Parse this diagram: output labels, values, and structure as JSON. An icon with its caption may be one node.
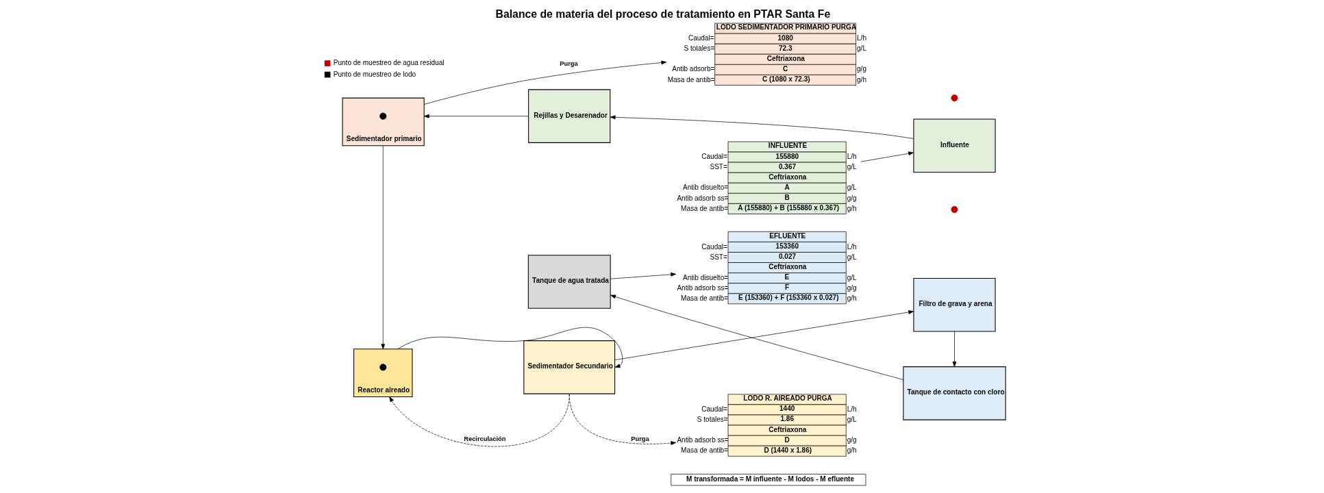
{
  "diagram": {
    "title": "Balance de materia del proceso de tratamiento en PTAR Santa Fe",
    "nodes": [
      {
        "text": [
          "INFLUENTE",
          "155880",
          "0.367",
          "Ceftriaxona",
          "A",
          "B",
          "A (155880) + B (155880 x 0.367)"
        ],
        "beside": [
          "Caudal=",
          "L/h",
          "SST=",
          "g/L",
          "Antib disuelto=",
          "g/L",
          "Antib adsorb ss=",
          "g/g",
          "Masa de antib=",
          "g/h"
        ]
      },
      {
        "text": [
          "Influente"
        ]
      },
      {
        "text": [],
        "shape": "circle"
      },
      {
        "text": [
          "Rejillas y Desarenador"
        ]
      },
      {
        "text": [
          "Sedimentador primario"
        ]
      },
      {
        "text": [],
        "shape": "circle",
        "in": 4
      },
      {
        "text": [
          "LODO SEDIMENTADOR PRIMARIO PURGA",
          "1080",
          "72.3",
          "Ceftriaxona",
          "C",
          "C (1080 x 72.3)"
        ],
        "beside": [
          "Caudal=",
          "L/h",
          "S totales=",
          "g/L",
          "Antib adsorb=",
          "g/g",
          "Masa de antib=",
          "g/h"
        ]
      },
      {
        "text": [
          "Filtro de grava y arena"
        ]
      },
      {
        "text": [
          "Sedimentador Secundario"
        ]
      },
      {
        "text": [
          "Reactor aireado"
        ]
      },
      {
        "text": [],
        "shape": "circle",
        "in": 9
      },
      {
        "text": [
          "LODO R. AIREADO PURGA",
          "1440",
          "1.86",
          "Ceftriaxona",
          "D",
          "D (1440 x 1.86)"
        ],
        "beside": [
          "Caudal=",
          "L/h",
          "S totales=",
          "g/L",
          "Antib adsorb ss=",
          "g/g",
          "Masa de antib=",
          "g/h"
        ]
      },
      {
        "text": [
          "EFLUENTE",
          "153360",
          "0.027",
          "Ceftriaxona",
          "E",
          "F",
          "E (153360) + F (153360 x 0.027)"
        ],
        "beside": [
          "Caudal=",
          "L/h",
          "SST=",
          "g/L",
          "Antib disuelto=",
          "g/L",
          "Antib adsorb ss=",
          "g/g",
          "Masa de antib=",
          "g/h"
        ]
      },
      {
        "text": [
          "Tanque de contacto con cloro"
        ]
      },
      {
        "text": [],
        "shape": "circle"
      },
      {
        "text": [
          "Tanque de agua tratada"
        ]
      },
      {
        "text": [
          "M transformada = M influente - M lodos - M efluente"
        ]
      }
    ],
    "edges": [
      {
        "from": 0,
        "to": 1,
        "arrow": "to"
      },
      {
        "from": 1,
        "to": 3,
        "arrow": "to"
      },
      {
        "from": 3,
        "to": 4,
        "arrow": "to"
      },
      {
        "from": 4,
        "to": 6,
        "arrow": "to",
        "label": "Purga"
      },
      {
        "from": 4,
        "to": 9,
        "arrow": "to"
      },
      {
        "from": 9,
        "to": 8,
        "arrow": "to"
      },
      {
        "from": 8,
        "to": 7,
        "arrow": "to"
      },
      {
        "from": 7,
        "to": 13,
        "arrow": "to"
      },
      {
        "from": 13,
        "to": 15,
        "arrow": "to"
      },
      {
        "from": 15,
        "to": 12,
        "arrow": "to"
      },
      {
        "from": 8,
        "to": 11,
        "arrow": "to",
        "style": "dashed",
        "label": "Purga"
      },
      {
        "from": 8,
        "to": 9,
        "arrow": "to",
        "style": "dashed",
        "label": "Recirculación"
      }
    ],
    "legend": [
      {
        "text": "Punto de muestreo de agua residual",
        "color": "#c00000"
      },
      {
        "text": "Punto de muestreo de lodo",
        "color": "#000000"
      }
    ]
  }
}
